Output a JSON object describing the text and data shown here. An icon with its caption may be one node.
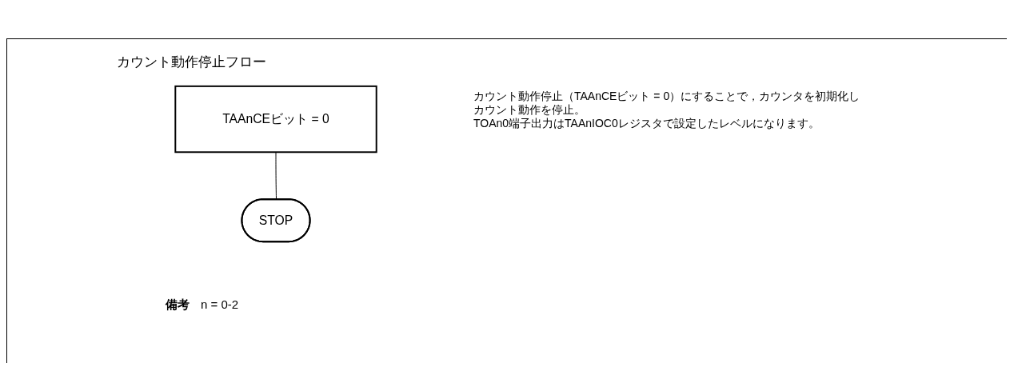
{
  "diagram": {
    "title": "カウント動作停止フロー",
    "nodes": [
      {
        "text": [
          "TAAnCEビット = 0"
        ]
      },
      {
        "text": [
          "STOP"
        ]
      }
    ],
    "edges": [
      {
        "from": 0,
        "to": 1,
        "arrow": "none"
      }
    ],
    "labels": [
      "カウント動作停止（TAAnCEビット = 0）にすることで，カウンタを初期化しカウント動作を停止。",
      "TOAn0端子出力はTAAnIOC0レジスタで設定したレベルになります。",
      "備考",
      "n = 0-2"
    ]
  }
}
